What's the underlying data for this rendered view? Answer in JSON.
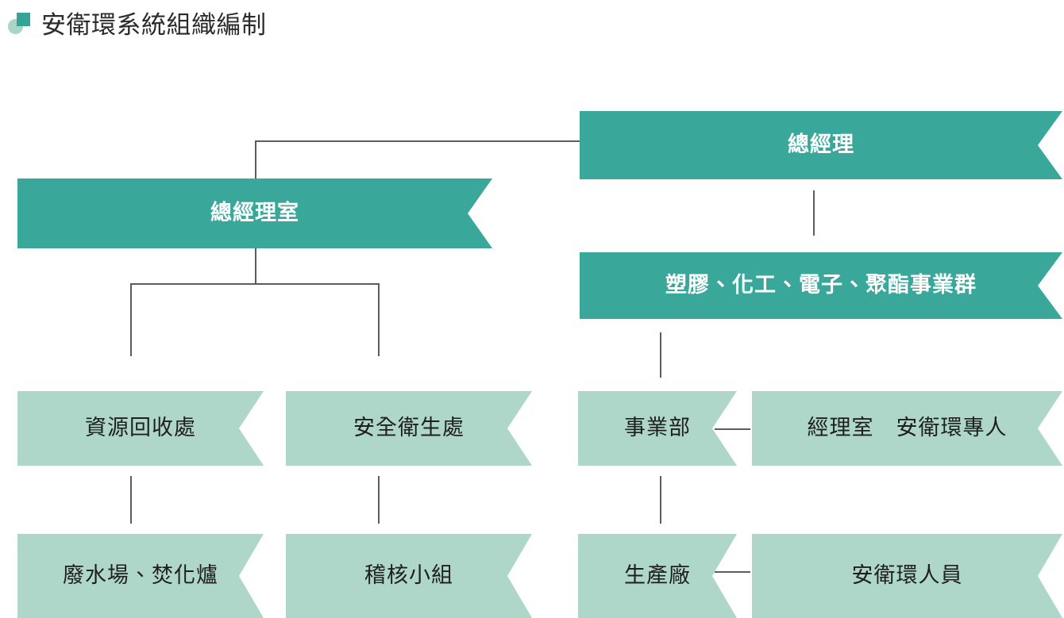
{
  "page": {
    "title": "安衛環系統組織編制",
    "background_color": "#ffffff"
  },
  "theme": {
    "accent_dark": "#3aa79b",
    "accent_light": "#aed7c9",
    "connector_color": "#5c5c5c",
    "top_text_color": "#ffffff",
    "sub_text_color": "#1f1f1f",
    "title_text_color": "#2b2b2b"
  },
  "bullet": {
    "circle_color": "#a7d5c7",
    "square_color": "#36a396"
  },
  "chart_data": {
    "type": "diagram",
    "diagram_kind": "org-chart",
    "title": "安衛環系統組織編制",
    "nodes": [
      {
        "id": "gm",
        "label": "總經理",
        "level": "top",
        "column": "right"
      },
      {
        "id": "gm-office",
        "label": "總經理室",
        "level": "top",
        "column": "left"
      },
      {
        "id": "business-group",
        "label": "塑膠、化工、電子、聚酯事業群",
        "level": "top",
        "column": "right"
      },
      {
        "id": "recycling",
        "label": "資源回收處",
        "level": "sub",
        "column": "left"
      },
      {
        "id": "safety-health",
        "label": "安全衛生處",
        "level": "sub",
        "column": "left"
      },
      {
        "id": "division",
        "label": "事業部",
        "level": "sub",
        "column": "right"
      },
      {
        "id": "manager-office",
        "label": "經理室　安衛環專人",
        "level": "sub",
        "column": "right"
      },
      {
        "id": "wastewater",
        "label": "廢水場、焚化爐",
        "level": "sub",
        "column": "left"
      },
      {
        "id": "audit-team",
        "label": "稽核小組",
        "level": "sub",
        "column": "left"
      },
      {
        "id": "plant",
        "label": "生產廠",
        "level": "sub",
        "column": "right"
      },
      {
        "id": "ehs-staff",
        "label": "安衛環人員",
        "level": "sub",
        "column": "right"
      }
    ],
    "edges": [
      {
        "from": "gm",
        "to": "gm-office",
        "style": "elbow"
      },
      {
        "from": "gm",
        "to": "business-group",
        "style": "vertical"
      },
      {
        "from": "gm-office",
        "to": "recycling",
        "style": "tree"
      },
      {
        "from": "gm-office",
        "to": "safety-health",
        "style": "tree"
      },
      {
        "from": "business-group",
        "to": "division",
        "style": "vertical"
      },
      {
        "from": "recycling",
        "to": "wastewater",
        "style": "vertical"
      },
      {
        "from": "safety-health",
        "to": "audit-team",
        "style": "vertical"
      },
      {
        "from": "division",
        "to": "plant",
        "style": "vertical"
      },
      {
        "from": "division",
        "to": "manager-office",
        "style": "horizontal"
      },
      {
        "from": "plant",
        "to": "ehs-staff",
        "style": "horizontal"
      }
    ]
  }
}
